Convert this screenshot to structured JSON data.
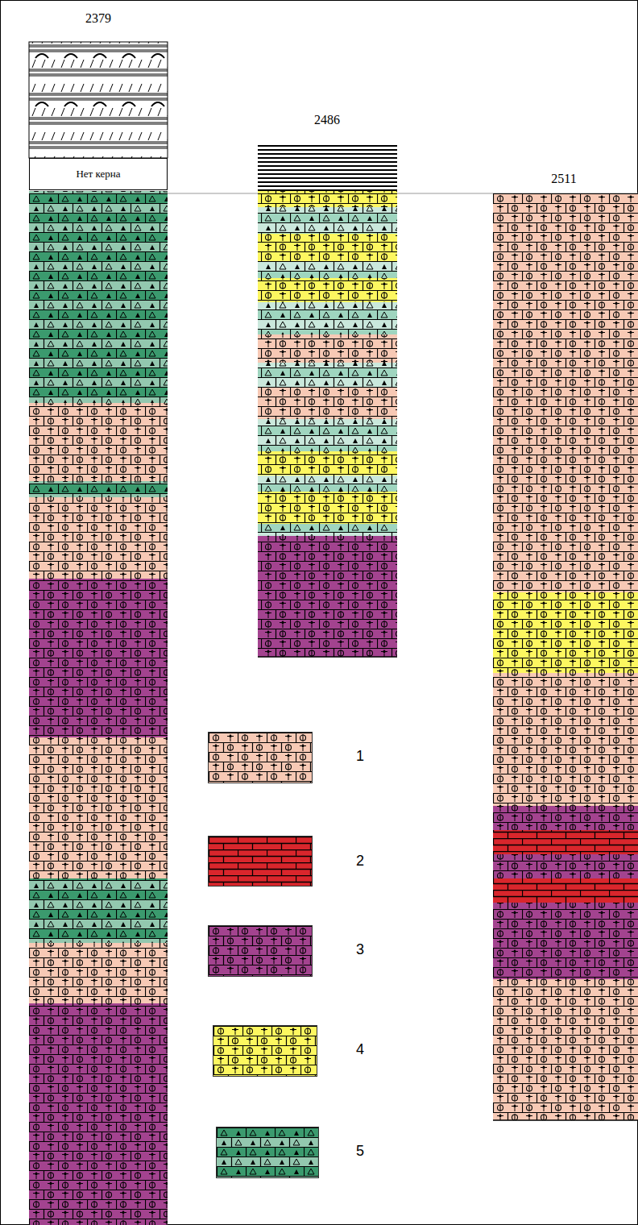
{
  "diagram": {
    "nodes": [
      {
        "text": [
          "Нет керна"
        ]
      }
    ],
    "labels": [
      "2379",
      "2486",
      "2511"
    ],
    "legend": [
      {
        "text": "1",
        "color": "#f7c9b5"
      },
      {
        "text": "2",
        "color": "#d9262c"
      },
      {
        "text": "3",
        "color": "#a3438f"
      },
      {
        "text": "4",
        "color": "#fdf760"
      },
      {
        "text": "5",
        "color": "#3b9a6e"
      }
    ]
  }
}
